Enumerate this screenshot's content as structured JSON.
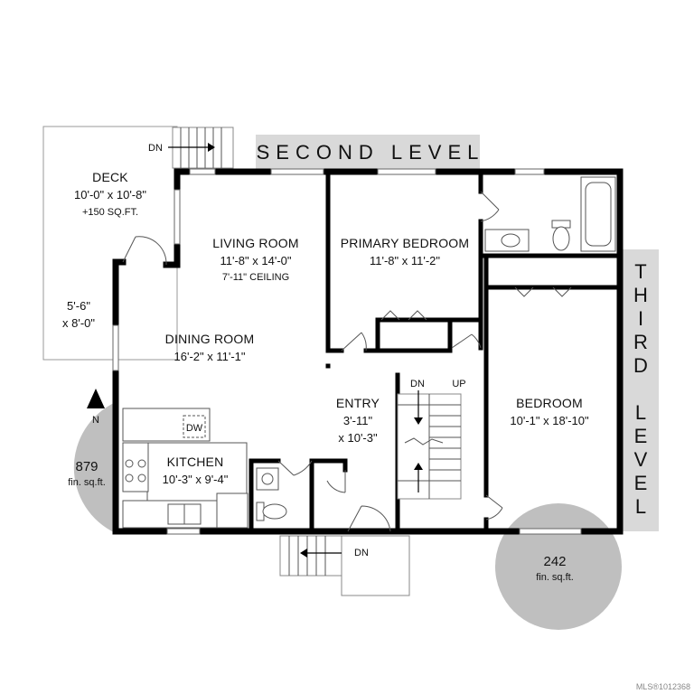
{
  "banners": {
    "second_level": "SECOND LEVEL",
    "third_level": "THIRD LEVEL"
  },
  "third_level_letters": [
    "T",
    "H",
    "I",
    "R",
    "D",
    "",
    "L",
    "E",
    "V",
    "E",
    "L"
  ],
  "rooms": {
    "deck": {
      "name": "DECK",
      "dims": "10'-0\" x 10'-8\"",
      "note": "+150 SQ.FT.",
      "dims2_line1": "5'-6\"",
      "dims2_line2": "x 8'-0\""
    },
    "living_room": {
      "name": "LIVING ROOM",
      "dims": "11'-8\" x 14'-0\"",
      "note": "7'-11\" CEILING"
    },
    "primary_bedroom": {
      "name": "PRIMARY BEDROOM",
      "dims": "11'-8\" x 11'-2\""
    },
    "dining_room": {
      "name": "DINING ROOM",
      "dims": "16'-2\" x 11'-1\""
    },
    "entry": {
      "name": "ENTRY",
      "dims_line1": "3'-11\"",
      "dims_line2": "x 10'-3\""
    },
    "bedroom": {
      "name": "BEDROOM",
      "dims": "10'-1\" x 18'-10\""
    },
    "kitchen": {
      "name": "KITCHEN",
      "dims": "10'-3\" x 9'-4\""
    }
  },
  "stairs": {
    "dn_top": "DN",
    "dn_stair": "DN",
    "up_stair": "UP",
    "dn_bottom": "DN"
  },
  "appliances": {
    "dishwasher": "DW"
  },
  "compass": {
    "label": "N"
  },
  "areas": {
    "second": {
      "value": "879",
      "unit": "fin. sq.ft."
    },
    "third": {
      "value": "242",
      "unit": "fin. sq.ft."
    }
  },
  "footer": {
    "mls": "MLS®1012368"
  }
}
